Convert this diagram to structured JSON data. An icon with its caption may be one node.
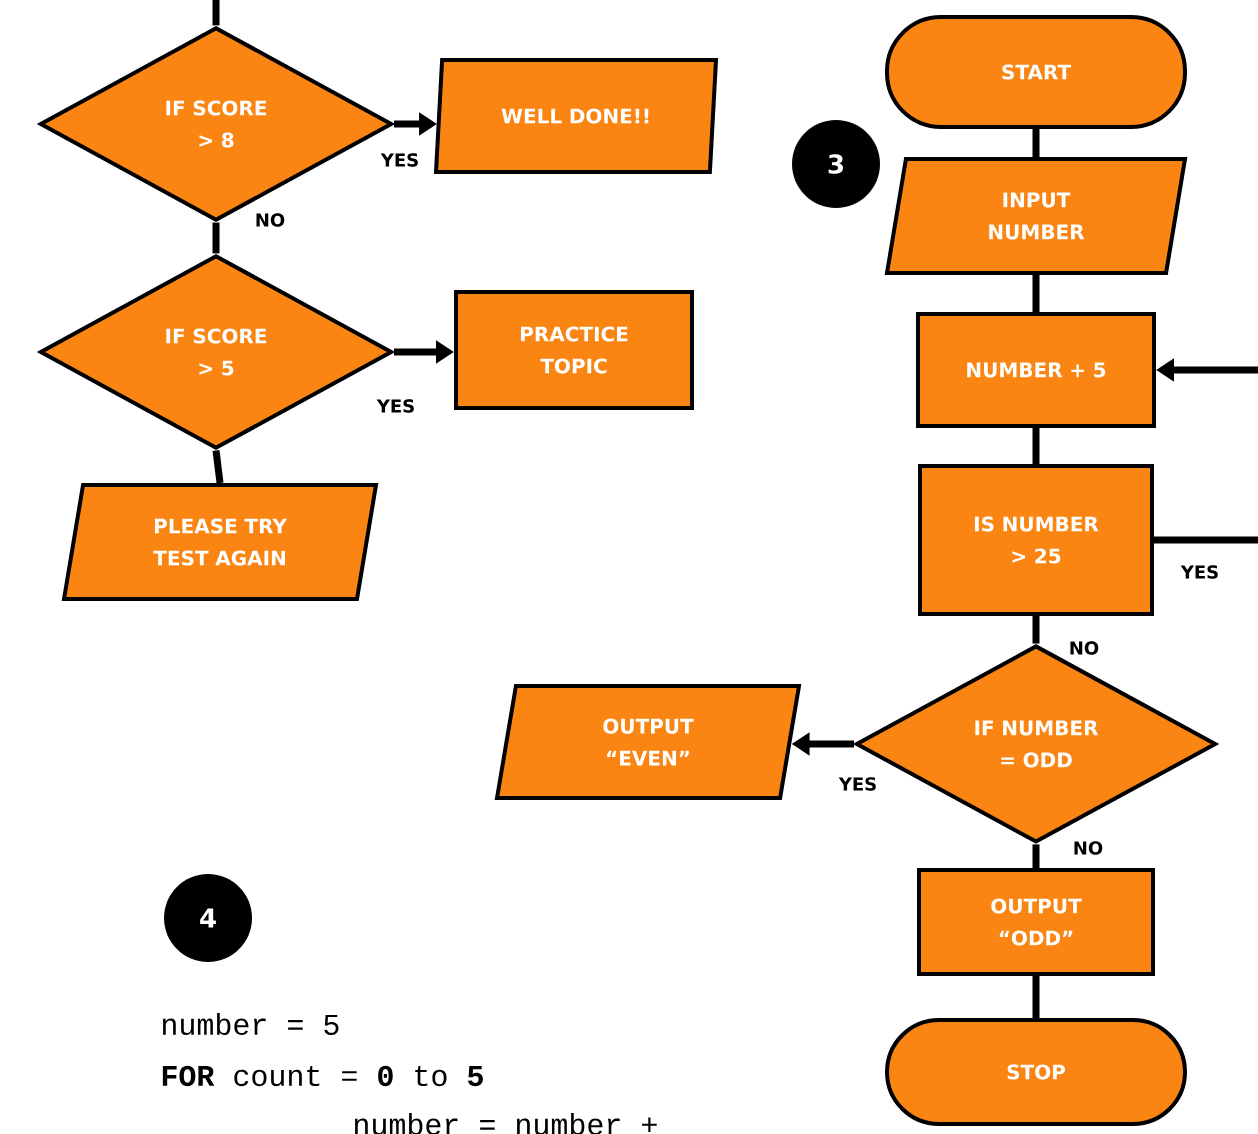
{
  "diagram": {
    "nodes": [
      {
        "text": [
          "IF SCORE > 8"
        ]
      },
      {
        "text": [
          "WELL DONE!!"
        ]
      },
      {
        "text": [
          "IF SCORE > 5"
        ]
      },
      {
        "text": [
          "PRACTICE TOPIC"
        ]
      },
      {
        "text": [
          "PLEASE TRY TEST AGAIN"
        ]
      },
      {
        "text": [
          "START"
        ]
      },
      {
        "text": [
          "INPUT NUMBER"
        ]
      },
      {
        "text": [
          "NUMBER + 5"
        ]
      },
      {
        "text": [
          "IS NUMBER > 25"
        ]
      },
      {
        "text": [
          "IF NUMBER = ODD"
        ]
      },
      {
        "text": [
          "OUTPUT “EVEN”"
        ]
      },
      {
        "text": [
          "OUTPUT “ODD”"
        ]
      },
      {
        "text": [
          "STOP"
        ]
      }
    ],
    "edges": [
      {
        "from": null,
        "to": 0,
        "arrow": "none"
      },
      {
        "from": 0,
        "to": 1,
        "arrow": "to",
        "label": "YES"
      },
      {
        "from": 0,
        "to": 2,
        "arrow": "none",
        "label": "NO"
      },
      {
        "from": 2,
        "to": 3,
        "arrow": "to",
        "label": "YES"
      },
      {
        "from": 2,
        "to": 4,
        "arrow": "none"
      },
      {
        "from": 5,
        "to": 6,
        "arrow": "none"
      },
      {
        "from": 6,
        "to": 7,
        "arrow": "none"
      },
      {
        "from": null,
        "to": 7,
        "arrow": "to"
      },
      {
        "from": 7,
        "to": 8,
        "arrow": "none"
      },
      {
        "from": 8,
        "to": null,
        "arrow": "none",
        "label": "YES"
      },
      {
        "from": 8,
        "to": 9,
        "arrow": "none",
        "label": "NO"
      },
      {
        "from": 9,
        "to": 10,
        "arrow": "to",
        "label": "YES"
      },
      {
        "from": 9,
        "to": 11,
        "arrow": "none",
        "label": "NO"
      },
      {
        "from": 11,
        "to": 12,
        "arrow": "none"
      }
    ],
    "labels": [
      "3",
      "4",
      "number = 5",
      "**FOR** count = **0** to **5**",
      "number = number +"
    ]
  }
}
